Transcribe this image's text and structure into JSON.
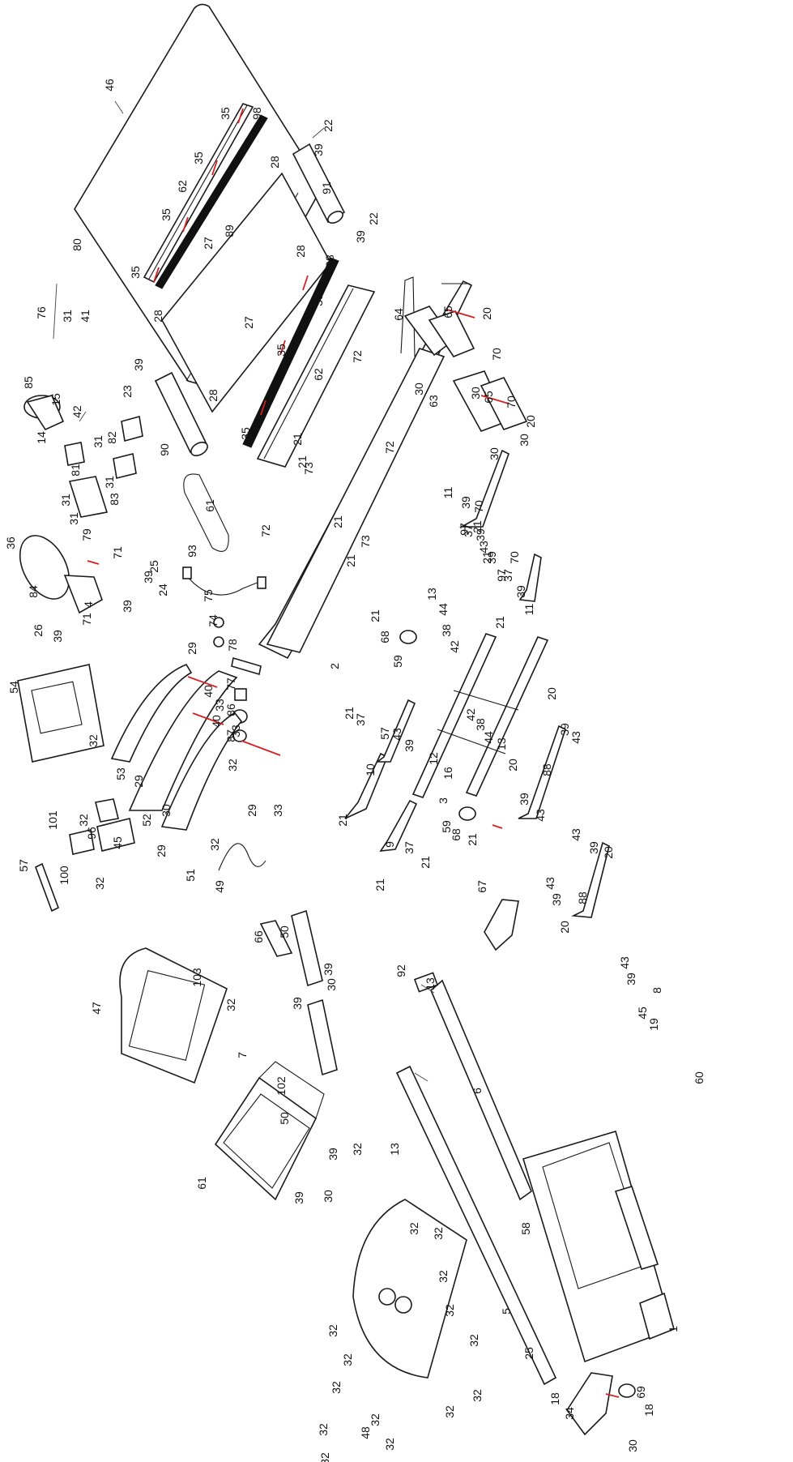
{
  "diagram": {
    "callouts": [
      {
        "id": "c46",
        "text": "46"
      },
      {
        "id": "c35a",
        "text": "35"
      },
      {
        "id": "c98a",
        "text": "98"
      },
      {
        "id": "c22a",
        "text": "22"
      },
      {
        "id": "c39a",
        "text": "39"
      },
      {
        "id": "c35b",
        "text": "35"
      },
      {
        "id": "c28a",
        "text": "28"
      },
      {
        "id": "c91",
        "text": "91"
      },
      {
        "id": "c62a",
        "text": "62"
      },
      {
        "id": "c35c",
        "text": "35"
      },
      {
        "id": "c27a",
        "text": "27"
      },
      {
        "id": "c89",
        "text": "89"
      },
      {
        "id": "c22b",
        "text": "22"
      },
      {
        "id": "c39b",
        "text": "39"
      },
      {
        "id": "c35d",
        "text": "35"
      },
      {
        "id": "c28b",
        "text": "28"
      },
      {
        "id": "c98b",
        "text": "98"
      },
      {
        "id": "c80",
        "text": "80"
      },
      {
        "id": "c76",
        "text": "76"
      },
      {
        "id": "c31a",
        "text": "31"
      },
      {
        "id": "c41",
        "text": "41"
      },
      {
        "id": "c28c",
        "text": "28"
      },
      {
        "id": "c27b",
        "text": "27"
      },
      {
        "id": "c35e",
        "text": "35"
      },
      {
        "id": "c64",
        "text": "64"
      },
      {
        "id": "c65a",
        "text": "65"
      },
      {
        "id": "c20a",
        "text": "20"
      },
      {
        "id": "c35f",
        "text": "35"
      },
      {
        "id": "c85",
        "text": "85"
      },
      {
        "id": "c15",
        "text": "15"
      },
      {
        "id": "c42a",
        "text": "42"
      },
      {
        "id": "c14",
        "text": "14"
      },
      {
        "id": "c39c",
        "text": "39"
      },
      {
        "id": "c23",
        "text": "23"
      },
      {
        "id": "c28d",
        "text": "28"
      },
      {
        "id": "c90",
        "text": "90"
      },
      {
        "id": "c35g",
        "text": "35"
      },
      {
        "id": "c62b",
        "text": "62"
      },
      {
        "id": "c72a",
        "text": "72"
      },
      {
        "id": "c30a",
        "text": "30"
      },
      {
        "id": "c30b",
        "text": "30"
      },
      {
        "id": "c70a",
        "text": "70"
      },
      {
        "id": "c63",
        "text": "63"
      },
      {
        "id": "c65b",
        "text": "65"
      },
      {
        "id": "c70b",
        "text": "70"
      },
      {
        "id": "c20b",
        "text": "20"
      },
      {
        "id": "c30c",
        "text": "30"
      },
      {
        "id": "c30d",
        "text": "30"
      },
      {
        "id": "c31b",
        "text": "31"
      },
      {
        "id": "c81",
        "text": "81"
      },
      {
        "id": "c82",
        "text": "82"
      },
      {
        "id": "c31c",
        "text": "31"
      },
      {
        "id": "c83",
        "text": "83"
      },
      {
        "id": "c31d",
        "text": "31"
      },
      {
        "id": "c21a",
        "text": "21"
      },
      {
        "id": "c21b",
        "text": "21"
      },
      {
        "id": "c73a",
        "text": "73"
      },
      {
        "id": "c72b",
        "text": "72"
      },
      {
        "id": "c61",
        "text": "61"
      },
      {
        "id": "c31e",
        "text": "31"
      },
      {
        "id": "c79",
        "text": "79"
      },
      {
        "id": "c72c",
        "text": "72"
      },
      {
        "id": "c21c",
        "text": "21"
      },
      {
        "id": "c21d",
        "text": "21"
      },
      {
        "id": "c73b",
        "text": "73"
      },
      {
        "id": "c11a",
        "text": "11"
      },
      {
        "id": "c39d",
        "text": "39"
      },
      {
        "id": "c70c",
        "text": "70"
      },
      {
        "id": "c97a",
        "text": "97"
      },
      {
        "id": "c37a",
        "text": "37"
      },
      {
        "id": "c21e",
        "text": "21"
      },
      {
        "id": "c39e",
        "text": "39"
      },
      {
        "id": "c43a",
        "text": "43"
      },
      {
        "id": "c21f",
        "text": "21"
      },
      {
        "id": "c39f",
        "text": "39"
      },
      {
        "id": "c70d",
        "text": "70"
      },
      {
        "id": "c97b",
        "text": "97"
      },
      {
        "id": "c37b",
        "text": "37"
      },
      {
        "id": "c39g",
        "text": "39"
      },
      {
        "id": "c11b",
        "text": "11"
      },
      {
        "id": "c21g",
        "text": "21"
      },
      {
        "id": "c36",
        "text": "36"
      },
      {
        "id": "c71a",
        "text": "71"
      },
      {
        "id": "c25a",
        "text": "25"
      },
      {
        "id": "c93",
        "text": "93"
      },
      {
        "id": "c84",
        "text": "84"
      },
      {
        "id": "c39h",
        "text": "39"
      },
      {
        "id": "c24",
        "text": "24"
      },
      {
        "id": "c4",
        "text": "4"
      },
      {
        "id": "c71b",
        "text": "71"
      },
      {
        "id": "c39i",
        "text": "39"
      },
      {
        "id": "c26",
        "text": "26"
      },
      {
        "id": "c39j",
        "text": "39"
      },
      {
        "id": "c75",
        "text": "75"
      },
      {
        "id": "c74",
        "text": "74"
      },
      {
        "id": "c78",
        "text": "78"
      },
      {
        "id": "c13a",
        "text": "13"
      },
      {
        "id": "c44a",
        "text": "44"
      },
      {
        "id": "c38a",
        "text": "38"
      },
      {
        "id": "c42b",
        "text": "42"
      },
      {
        "id": "c21h",
        "text": "21"
      },
      {
        "id": "c68a",
        "text": "68"
      },
      {
        "id": "c59a",
        "text": "59"
      },
      {
        "id": "c29a",
        "text": "29"
      },
      {
        "id": "c2",
        "text": "2"
      },
      {
        "id": "c77",
        "text": "77"
      },
      {
        "id": "c86",
        "text": "86"
      },
      {
        "id": "c87",
        "text": "87"
      },
      {
        "id": "c42c",
        "text": "42"
      },
      {
        "id": "c38b",
        "text": "38"
      },
      {
        "id": "c44b",
        "text": "44"
      },
      {
        "id": "c13b",
        "text": "13"
      },
      {
        "id": "c40a",
        "text": "40"
      },
      {
        "id": "c33a",
        "text": "33"
      },
      {
        "id": "c40b",
        "text": "40"
      },
      {
        "id": "c33b",
        "text": "33"
      },
      {
        "id": "c21i",
        "text": "21"
      },
      {
        "id": "c37c",
        "text": "37"
      },
      {
        "id": "c43b",
        "text": "43"
      },
      {
        "id": "c39k",
        "text": "39"
      },
      {
        "id": "c12",
        "text": "12"
      },
      {
        "id": "c16",
        "text": "16"
      },
      {
        "id": "c3",
        "text": "3"
      },
      {
        "id": "c57a",
        "text": "57"
      },
      {
        "id": "c59b",
        "text": "59"
      },
      {
        "id": "c68b",
        "text": "68"
      },
      {
        "id": "c21j",
        "text": "21"
      },
      {
        "id": "c10",
        "text": "10"
      },
      {
        "id": "c21k",
        "text": "21"
      },
      {
        "id": "c54",
        "text": "54"
      },
      {
        "id": "c32a",
        "text": "32"
      },
      {
        "id": "c53",
        "text": "53"
      },
      {
        "id": "c29b",
        "text": "29"
      },
      {
        "id": "c52",
        "text": "52"
      },
      {
        "id": "c30e",
        "text": "30"
      },
      {
        "id": "c32b",
        "text": "32"
      },
      {
        "id": "c29c",
        "text": "29"
      },
      {
        "id": "c33c",
        "text": "33"
      },
      {
        "id": "c32c",
        "text": "32"
      },
      {
        "id": "c29d",
        "text": "29"
      },
      {
        "id": "c51",
        "text": "51"
      },
      {
        "id": "c9",
        "text": "9"
      },
      {
        "id": "c37d",
        "text": "37"
      },
      {
        "id": "c21l",
        "text": "21"
      },
      {
        "id": "c21m",
        "text": "21"
      },
      {
        "id": "c20c",
        "text": "20"
      },
      {
        "id": "c39l",
        "text": "39"
      },
      {
        "id": "c43c",
        "text": "43"
      },
      {
        "id": "c20d",
        "text": "20"
      },
      {
        "id": "c88a",
        "text": "88"
      },
      {
        "id": "c39m",
        "text": "39"
      },
      {
        "id": "c43d",
        "text": "43"
      },
      {
        "id": "c101",
        "text": "101"
      },
      {
        "id": "c32d",
        "text": "32"
      },
      {
        "id": "c96",
        "text": "96"
      },
      {
        "id": "c45a",
        "text": "45"
      },
      {
        "id": "c57b",
        "text": "57"
      },
      {
        "id": "c100",
        "text": "100"
      },
      {
        "id": "c32e",
        "text": "32"
      },
      {
        "id": "c49",
        "text": "49"
      },
      {
        "id": "c43e",
        "text": "43"
      },
      {
        "id": "c39n",
        "text": "39"
      },
      {
        "id": "c20e",
        "text": "20"
      },
      {
        "id": "c43f",
        "text": "43"
      },
      {
        "id": "c39o",
        "text": "39"
      },
      {
        "id": "c88b",
        "text": "88"
      },
      {
        "id": "c20f",
        "text": "20"
      },
      {
        "id": "c67",
        "text": "67"
      },
      {
        "id": "c103",
        "text": "103"
      },
      {
        "id": "c47",
        "text": "47"
      },
      {
        "id": "c32f",
        "text": "32"
      },
      {
        "id": "c66",
        "text": "66"
      },
      {
        "id": "c50a",
        "text": "50"
      },
      {
        "id": "c39p",
        "text": "39"
      },
      {
        "id": "c30f",
        "text": "30"
      },
      {
        "id": "c39q",
        "text": "39"
      },
      {
        "id": "c92",
        "text": "92"
      },
      {
        "id": "c13c",
        "text": "13"
      },
      {
        "id": "c7",
        "text": "7"
      },
      {
        "id": "c102",
        "text": "102"
      },
      {
        "id": "c50b",
        "text": "50"
      },
      {
        "id": "c39r",
        "text": "39"
      },
      {
        "id": "c30g",
        "text": "30"
      },
      {
        "id": "c39s",
        "text": "39"
      },
      {
        "id": "c43g",
        "text": "43"
      },
      {
        "id": "c39t",
        "text": "39"
      },
      {
        "id": "c8",
        "text": "8"
      },
      {
        "id": "c45b",
        "text": "45"
      },
      {
        "id": "c19",
        "text": "19"
      },
      {
        "id": "c6",
        "text": "6"
      },
      {
        "id": "c60",
        "text": "60"
      },
      {
        "id": "c61b",
        "text": "61"
      },
      {
        "id": "c13d",
        "text": "13"
      },
      {
        "id": "c58",
        "text": "58"
      },
      {
        "id": "c32g",
        "text": "32"
      },
      {
        "id": "c32h",
        "text": "32"
      },
      {
        "id": "c32i",
        "text": "32"
      },
      {
        "id": "c32j",
        "text": "32"
      },
      {
        "id": "c32k",
        "text": "32"
      },
      {
        "id": "c32l",
        "text": "32"
      },
      {
        "id": "c32m",
        "text": "32"
      },
      {
        "id": "c5",
        "text": "5"
      },
      {
        "id": "c1",
        "text": "1"
      },
      {
        "id": "c69",
        "text": "69"
      },
      {
        "id": "c18a",
        "text": "18"
      },
      {
        "id": "c25b",
        "text": "25"
      },
      {
        "id": "c18b",
        "text": "18"
      },
      {
        "id": "c32n",
        "text": "32"
      },
      {
        "id": "c32o",
        "text": "32"
      },
      {
        "id": "c32p",
        "text": "32"
      },
      {
        "id": "c32q",
        "text": "32"
      },
      {
        "id": "c32r",
        "text": "32"
      },
      {
        "id": "c32s",
        "text": "32"
      },
      {
        "id": "c48",
        "text": "48"
      },
      {
        "id": "c32t",
        "text": "32"
      },
      {
        "id": "c32u",
        "text": "32"
      },
      {
        "id": "c34",
        "text": "34"
      },
      {
        "id": "c30h",
        "text": "30"
      }
    ]
  }
}
